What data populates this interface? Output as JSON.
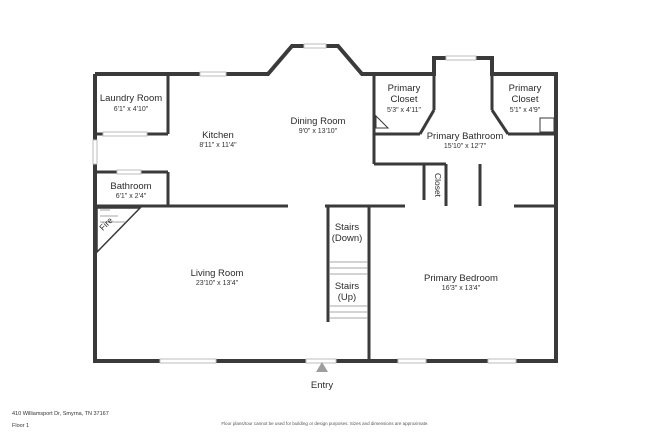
{
  "rooms": {
    "laundry": {
      "name": "Laundry Room",
      "dims": "6'1\" x 4'10\""
    },
    "kitchen": {
      "name": "Kitchen",
      "dims": "8'11\" x 11'4\""
    },
    "dining": {
      "name": "Dining Room",
      "dims": "9'0\" x 13'10\""
    },
    "primary_closet_left": {
      "name_line1": "Primary",
      "name_line2": "Closet",
      "dims": "5'3\" x 4'11\""
    },
    "primary_closet_right": {
      "name_line1": "Primary",
      "name_line2": "Closet",
      "dims": "5'1\" x 4'9\""
    },
    "primary_bathroom": {
      "name": "Primary Bathroom",
      "dims": "15'10\" x 12'7\""
    },
    "bathroom": {
      "name": "Bathroom",
      "dims": "6'1\" x 2'4\""
    },
    "closet": {
      "name": "Closet"
    },
    "fire": {
      "name": "Fire"
    },
    "stairs_down": {
      "line1": "Stairs",
      "line2": "(Down)"
    },
    "stairs_up": {
      "line1": "Stairs",
      "line2": "(Up)"
    },
    "living": {
      "name": "Living Room",
      "dims": "23'10\" x 13'4\""
    },
    "primary_bedroom": {
      "name": "Primary Bedroom",
      "dims": "16'3\" x 13'4\""
    }
  },
  "entry": {
    "label": "Entry"
  },
  "footer": {
    "address": "410 Williamsport Dr, Smyrna, TN 37167",
    "floor": "Floor 1",
    "disclaimer": "Floor plans/tour cannot be used for building or design purposes. Sizes and dimensions are approximate."
  },
  "colors": {
    "wall": "#3a3a3a",
    "floor": "#ffffff",
    "window": "#cfcfcf",
    "entry_arrow": "#999999"
  }
}
